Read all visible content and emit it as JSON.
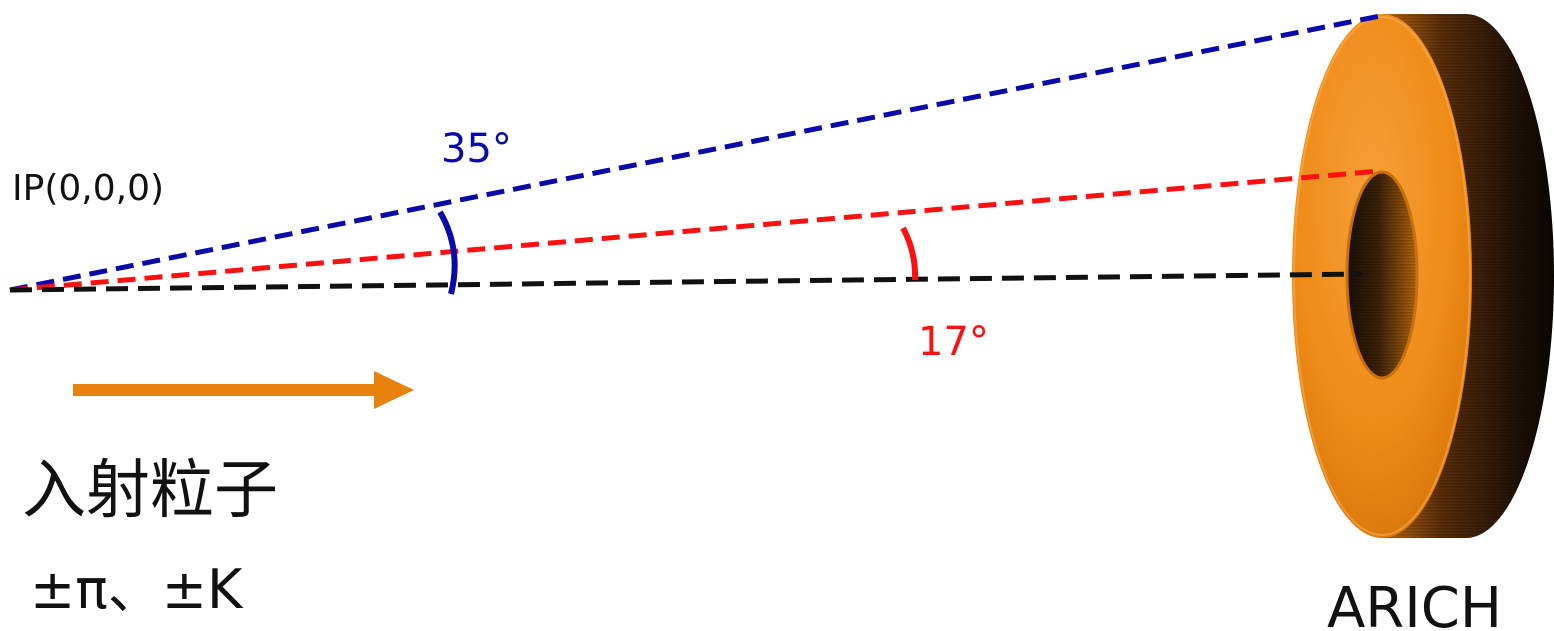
{
  "labels": {
    "ip": "IP(0,0,0)",
    "angle_outer": "35°",
    "angle_inner": "17°",
    "particle_title": "入射粒子",
    "particle_types": "±π、±K",
    "detector": "ARICH"
  },
  "colors": {
    "blue_line": "#0a0aa8",
    "red_line": "#ff1010",
    "black_line": "#111111",
    "arrow": "#e8820e",
    "ring_face": "#f08a14",
    "ring_side_dark": "#2a1606",
    "ring_side_mid": "#8a4a12",
    "text_dark": "#111111"
  },
  "icons": {
    "arrow": "right-arrow-icon",
    "detector": "ring-detector-icon"
  }
}
